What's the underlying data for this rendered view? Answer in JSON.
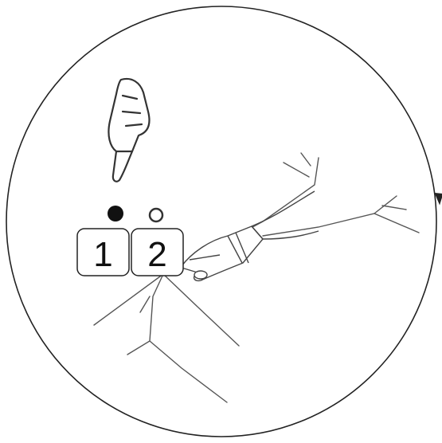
{
  "buttons": [
    {
      "label": "1",
      "indicator": "filled"
    },
    {
      "label": "2",
      "indicator": "hollow"
    }
  ],
  "icons": {
    "pointer": "pointing-hand-icon",
    "frame": "circle-frame",
    "direction": "clockwise-arrow-icon",
    "pressing_hand": "pressing-hand-icon",
    "branch": "branch-drawing"
  },
  "colors": {
    "line": "#222222",
    "indicator_fill": "#111111",
    "background": "#ffffff"
  }
}
